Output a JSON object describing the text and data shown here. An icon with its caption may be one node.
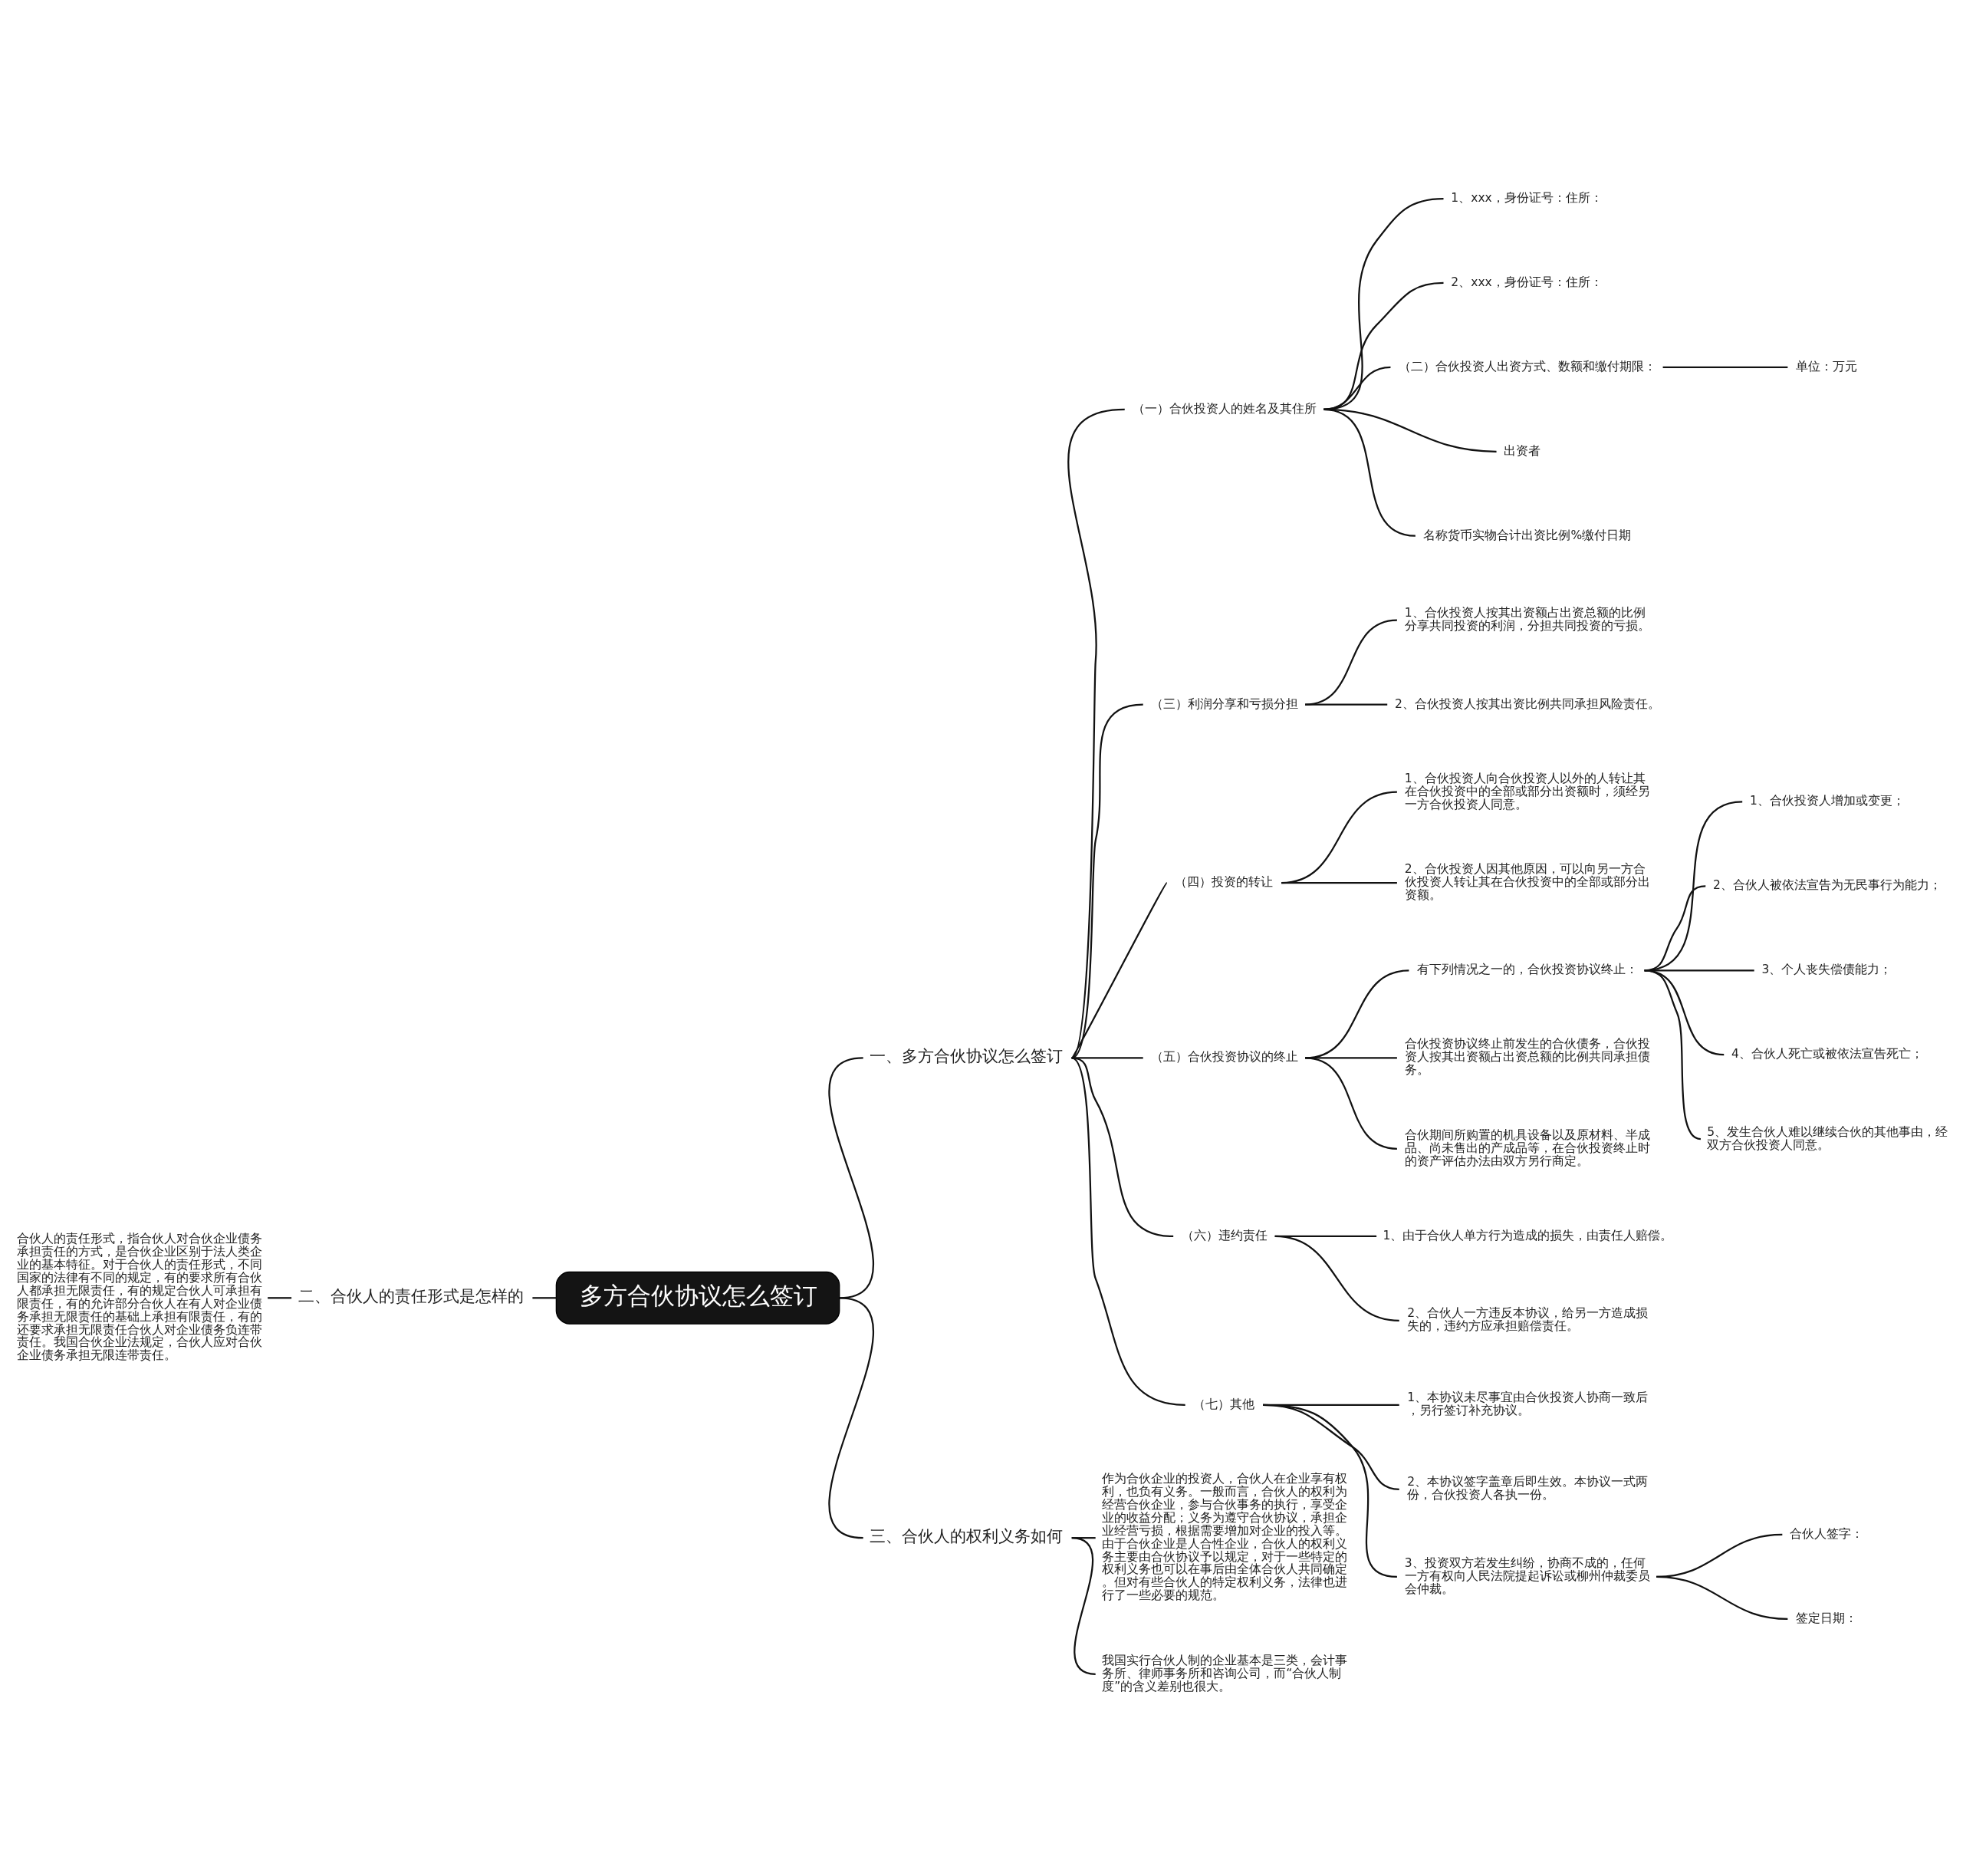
{
  "diagram": {
    "nodes": [
      {
        "text": [
          "多方合伙协议怎么签订"
        ]
      },
      {
        "text": [
          "一、多方合伙协议怎么签订"
        ]
      },
      {
        "text": [
          "（一）合伙投资人的姓名及其住所"
        ]
      },
      {
        "text": [
          "1、xxx，身份证号：住所："
        ]
      },
      {
        "text": [
          "2、xxx，身份证号：住所："
        ]
      },
      {
        "text": [
          "（二）合伙投资人出资方式、数额和缴付期限："
        ]
      },
      {
        "text": [
          "单位：万元"
        ]
      },
      {
        "text": [
          "出资者"
        ]
      },
      {
        "text": [
          "名称货币实物合计出资比例%缴付日期"
        ]
      },
      {
        "text": [
          "（三）利润分享和亏损分担"
        ]
      },
      {
        "text": [
          "1、合伙投资人按其出资额占出资总额的比例分享共同投资的利润，分担共同投资的亏损。"
        ]
      },
      {
        "text": [
          "2、合伙投资人按其出资比例共同承担风险责任。"
        ]
      },
      {
        "text": [
          "（四）投资的转让"
        ]
      },
      {
        "text": [
          "1、合伙投资人向合伙投资人以外的人转让其在合伙投资中的全部或部分出资额时，须经另一方合伙投资人同意。"
        ]
      },
      {
        "text": [
          "2、合伙投资人因其他原因，可以向另一方合伙投资人转让其在合伙投资中的全部或部分出资额。"
        ]
      },
      {
        "text": [
          "（五）合伙投资协议的终止"
        ]
      },
      {
        "text": [
          "有下列情况之一的，合伙投资协议终止："
        ]
      },
      {
        "text": [
          "1、合伙投资人增加或变更；"
        ]
      },
      {
        "text": [
          "2、合伙人被依法宣告为无民事行为能力；"
        ]
      },
      {
        "text": [
          "3、个人丧失偿债能力；"
        ]
      },
      {
        "text": [
          "4、合伙人死亡或被依法宣告死亡；"
        ]
      },
      {
        "text": [
          "5、发生合伙人难以继续合伙的其他事由，经双方合伙投资人同意。"
        ]
      },
      {
        "text": [
          "合伙投资协议终止前发生的合伙债务，合伙投资人按其出资额占出资总额的比例共同承担债务。"
        ]
      },
      {
        "text": [
          "合伙期间所购置的机具设备以及原材料、半成品、尚未售出的产成品等，在合伙投资终止时的资产评估办法由双方另行商定。"
        ]
      },
      {
        "text": [
          "（六）违约责任"
        ]
      },
      {
        "text": [
          "1、由于合伙人单方行为造成的损失，由责任人赔偿。"
        ]
      },
      {
        "text": [
          "2、合伙人一方违反本协议，给另一方造成损失的，违约方应承担赔偿责任。"
        ]
      },
      {
        "text": [
          "（七）其他"
        ]
      },
      {
        "text": [
          "1、本协议未尽事宜由合伙投资人协商一致后，另行签订补充协议。"
        ]
      },
      {
        "text": [
          "2、本协议签字盖章后即生效。本协议一式两份，合伙投资人各执一份。"
        ]
      },
      {
        "text": [
          "3、投资双方若发生纠纷，协商不成的，任何一方有权向人民法院提起诉讼或柳州仲裁委员会仲裁。"
        ]
      },
      {
        "text": [
          "合伙人签字："
        ]
      },
      {
        "text": [
          "签定日期："
        ]
      },
      {
        "text": [
          "二、合伙人的责任形式是怎样的"
        ]
      },
      {
        "text": [
          "合伙人的责任形式，指合伙人对合伙企业债务承担责任的方式，是合伙企业区别于法人类企业的基本特征。对于合伙人的责任形式，不同国家的法律有不同的规定，有的要求所有合伙人都承担无限责任，有的规定合伙人可承担有限责任，有的允许部分合伙人在有人对企业债务承担无限责任的基础上承担有限责任，有的还要求承担无限责任合伙人对企业债务负连带责任。我国合伙企业法规定，合伙人应对合伙企业债务承担无限连带责任。"
        ]
      },
      {
        "text": [
          "三、合伙人的权利义务如何"
        ]
      },
      {
        "text": [
          "作为合伙企业的投资人，合伙人在企业享有权利，也负有义务。一般而言，合伙人的权利为经营合伙企业，参与合伙事务的执行，享受企业的收益分配；义务为遵守合伙协议，承担企业经营亏损，根据需要增加对企业的投入等。由于合伙企业是人合性企业，合伙人的权利义务主要由合伙协议予以规定，对于一些特定的权利义务也可以在事后由全体合伙人共同确定。但对有些合伙人的特定权利义务，法律也进行了一些必要的规范。"
        ]
      },
      {
        "text": [
          "我国实行合伙人制的企业基本是三类，会计事务所、律师事务所和咨询公司，而“合伙人制度”的含义差别也很大。"
        ]
      }
    ],
    "edges": [
      {
        "from": 0,
        "to": 1,
        "arrow": "none"
      },
      {
        "from": 1,
        "to": 2,
        "arrow": "none"
      },
      {
        "from": 2,
        "to": 3,
        "arrow": "none"
      },
      {
        "from": 2,
        "to": 4,
        "arrow": "none"
      },
      {
        "from": 2,
        "to": 5,
        "arrow": "none"
      },
      {
        "from": 5,
        "to": 6,
        "arrow": "none"
      },
      {
        "from": 2,
        "to": 7,
        "arrow": "none"
      },
      {
        "from": 2,
        "to": 8,
        "arrow": "none"
      },
      {
        "from": 1,
        "to": 9,
        "arrow": "none"
      },
      {
        "from": 9,
        "to": 10,
        "arrow": "none"
      },
      {
        "from": 9,
        "to": 11,
        "arrow": "none"
      },
      {
        "from": 1,
        "to": 12,
        "arrow": "none"
      },
      {
        "from": 12,
        "to": 13,
        "arrow": "none"
      },
      {
        "from": 12,
        "to": 14,
        "arrow": "none"
      },
      {
        "from": 1,
        "to": 15,
        "arrow": "none"
      },
      {
        "from": 15,
        "to": 16,
        "arrow": "none"
      },
      {
        "from": 16,
        "to": 17,
        "arrow": "none"
      },
      {
        "from": 16,
        "to": 18,
        "arrow": "none"
      },
      {
        "from": 16,
        "to": 19,
        "arrow": "none"
      },
      {
        "from": 16,
        "to": 20,
        "arrow": "none"
      },
      {
        "from": 16,
        "to": 21,
        "arrow": "none"
      },
      {
        "from": 15,
        "to": 22,
        "arrow": "none"
      },
      {
        "from": 15,
        "to": 23,
        "arrow": "none"
      },
      {
        "from": 1,
        "to": 24,
        "arrow": "none"
      },
      {
        "from": 24,
        "to": 25,
        "arrow": "none"
      },
      {
        "from": 24,
        "to": 26,
        "arrow": "none"
      },
      {
        "from": 1,
        "to": 27,
        "arrow": "none"
      },
      {
        "from": 27,
        "to": 28,
        "arrow": "none"
      },
      {
        "from": 27,
        "to": 29,
        "arrow": "none"
      },
      {
        "from": 27,
        "to": 30,
        "arrow": "none"
      },
      {
        "from": 30,
        "to": 31,
        "arrow": "none"
      },
      {
        "from": 30,
        "to": 32,
        "arrow": "none"
      },
      {
        "from": 0,
        "to": 33,
        "arrow": "none"
      },
      {
        "from": 33,
        "to": 34,
        "arrow": "none"
      },
      {
        "from": 0,
        "to": 35,
        "arrow": "none"
      },
      {
        "from": 35,
        "to": 36,
        "arrow": "none"
      },
      {
        "from": 35,
        "to": 37,
        "arrow": "none"
      }
    ]
  }
}
